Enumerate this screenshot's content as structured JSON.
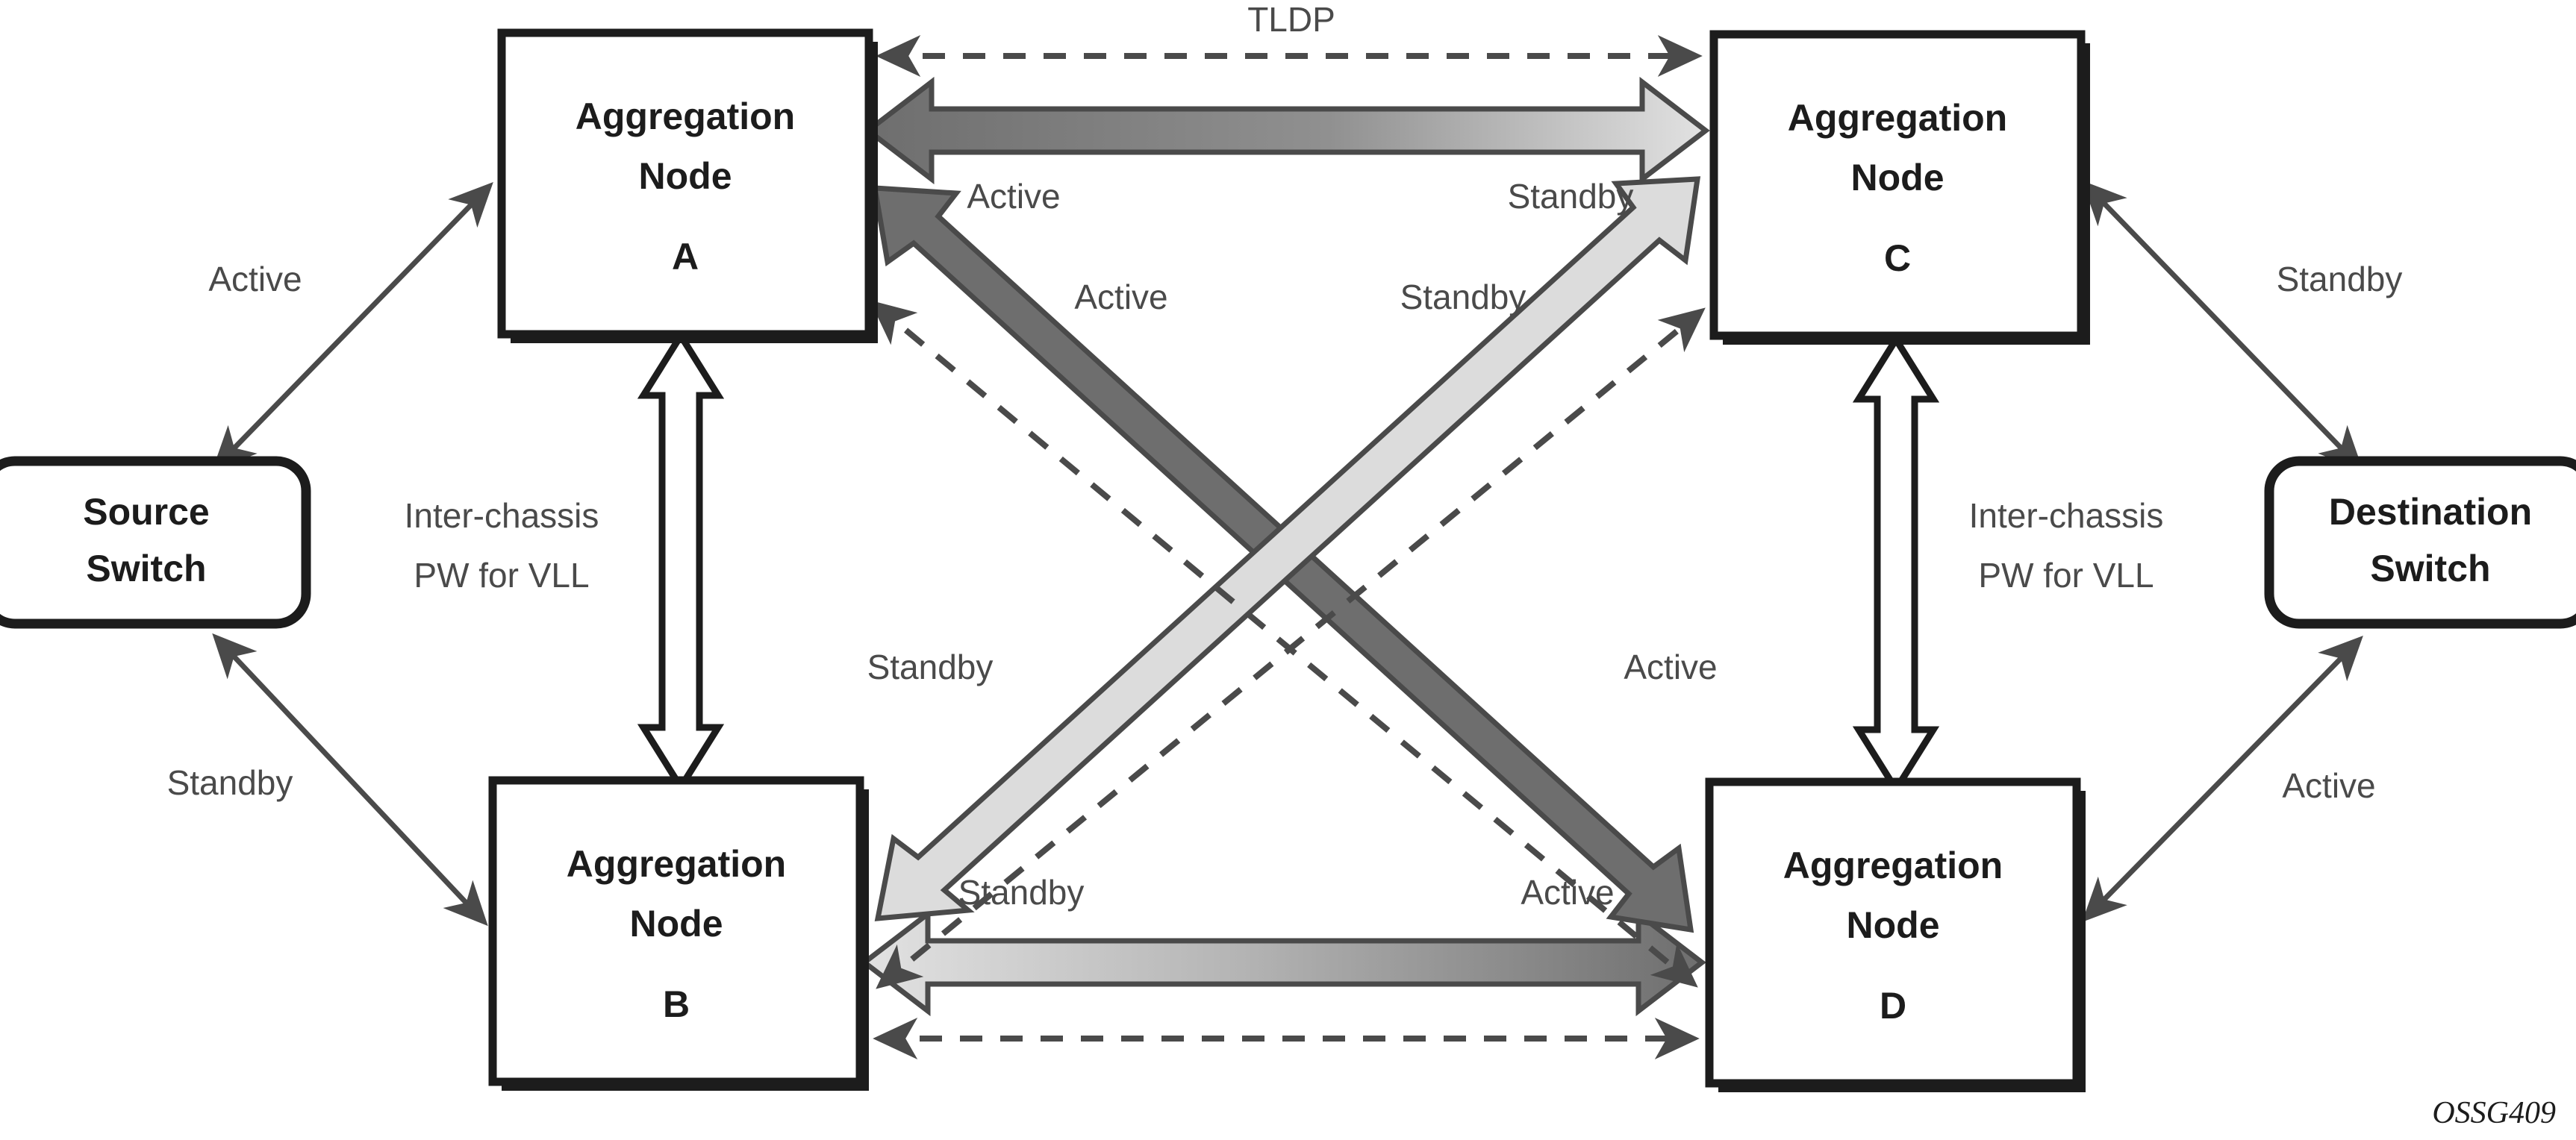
{
  "diagram": {
    "title": "Inter-chassis redundancy for VLL with TLDP",
    "watermark": "OSSG409",
    "colors": {
      "active_dark": "#6e6e6e",
      "standby_light": "#dcdcdc",
      "line_gray": "#4a4a4a",
      "box_black": "#1c1c1c",
      "background": "#ffffff"
    },
    "nodes": {
      "agg_a": {
        "line1": "Aggregation",
        "line2": "Node",
        "line3": "A"
      },
      "agg_b": {
        "line1": "Aggregation",
        "line2": "Node",
        "line3": "B"
      },
      "agg_c": {
        "line1": "Aggregation",
        "line2": "Node",
        "line3": "C"
      },
      "agg_d": {
        "line1": "Aggregation",
        "line2": "Node",
        "line3": "D"
      },
      "source_switch": {
        "line1": "Source",
        "line2": "Switch"
      },
      "destination_switch": {
        "line1": "Destination",
        "line2": "Switch"
      }
    },
    "labels": {
      "tldp_top": "TLDP",
      "ac_left": "Active",
      "ac_right": "Standby",
      "diag_ad_upper": "Active",
      "diag_bc_upper": "Standby",
      "diag_bc_lower": "Standby",
      "diag_ad_lower": "Active",
      "bd_left": "Standby",
      "bd_right": "Active",
      "src_a": "Active",
      "src_b": "Standby",
      "dst_c": "Standby",
      "dst_d": "Active",
      "icpw_left_line1": "Inter-chassis",
      "icpw_left_line2": "PW for VLL",
      "icpw_right_line1": "Inter-chassis",
      "icpw_right_line2": "PW for VLL"
    }
  }
}
